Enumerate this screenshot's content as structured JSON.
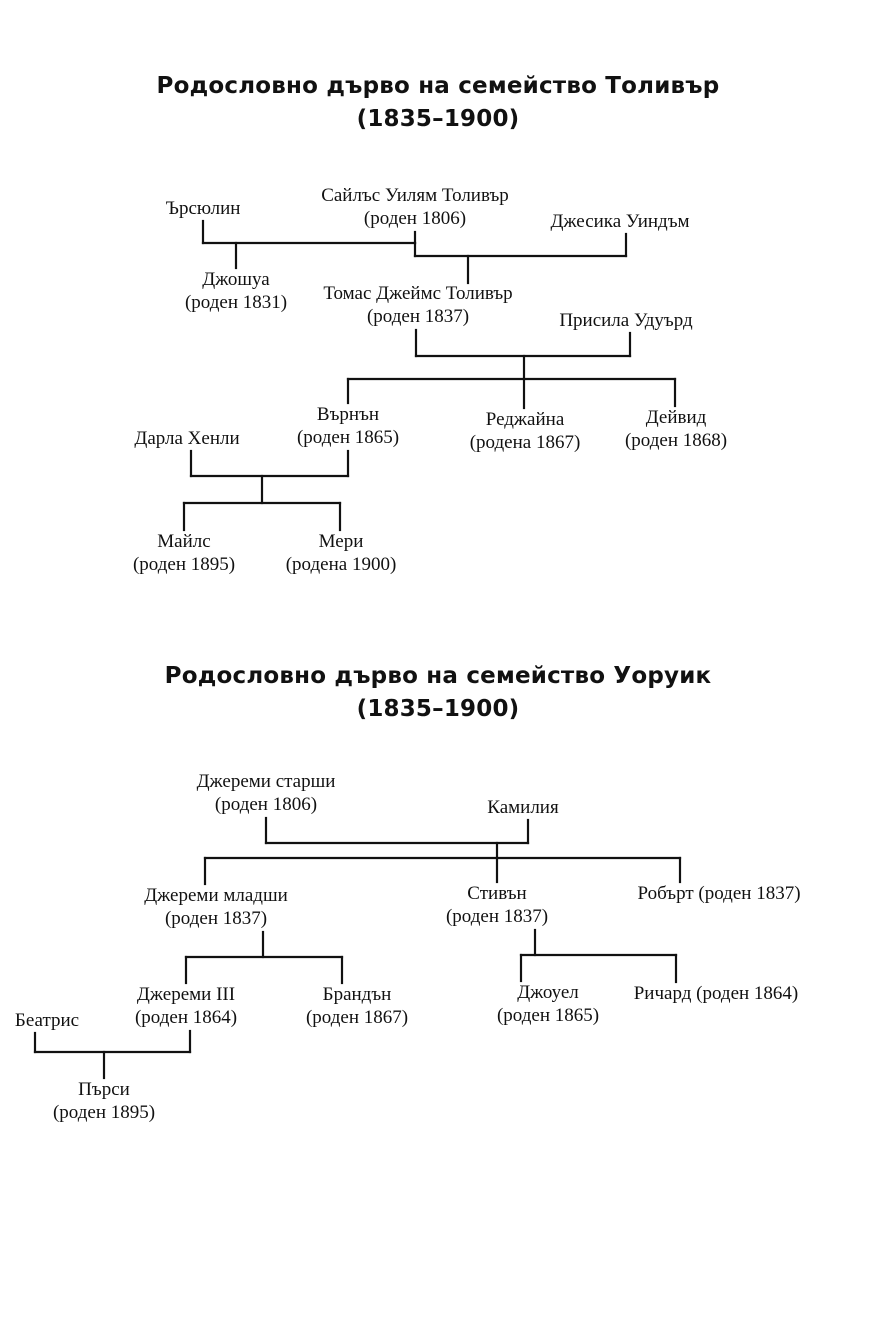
{
  "trees": [
    {
      "title": "Родословно дърво на семейство Толивър",
      "years": "(1835–1900)",
      "people": {
        "ursulin": {
          "name": "Ърсюлин",
          "birth": ""
        },
        "silas": {
          "name": "Сайлъс Уилям Толивър",
          "birth": "(роден 1806)"
        },
        "jessica": {
          "name": "Джесика Уиндъм",
          "birth": ""
        },
        "joshua": {
          "name": "Джошуа",
          "birth": "(роден 1831)"
        },
        "thomas": {
          "name": "Томас Джеймс Толивър",
          "birth": "(роден 1837)"
        },
        "priscilla": {
          "name": "Присила Удуърд",
          "birth": ""
        },
        "vernon": {
          "name": "Върнън",
          "birth": "(роден 1865)"
        },
        "regina": {
          "name": "Реджайна",
          "birth": "(родена 1867)"
        },
        "david": {
          "name": "Дейвид",
          "birth": "(роден 1868)"
        },
        "darla": {
          "name": "Дарла Хенли",
          "birth": ""
        },
        "miles": {
          "name": "Майлс",
          "birth": "(роден 1895)"
        },
        "mary": {
          "name": "Мери",
          "birth": "(родена 1900)"
        }
      }
    },
    {
      "title": "Родословно дърво на семейство Уоруик",
      "years": "(1835–1900)",
      "people": {
        "jeremy_sr": {
          "name": "Джереми старши",
          "birth": "(роден 1806)"
        },
        "camilla": {
          "name": "Камилия",
          "birth": ""
        },
        "jeremy_jr": {
          "name": "Джереми младши",
          "birth": "(роден 1837)"
        },
        "stephen": {
          "name": "Стивън",
          "birth": "(роден 1837)"
        },
        "robert": {
          "name": "Робърт (роден 1837)",
          "birth": ""
        },
        "jeremy_iii": {
          "name": "Джереми III",
          "birth": "(роден 1864)"
        },
        "brandon": {
          "name": "Брандън",
          "birth": "(роден 1867)"
        },
        "joel": {
          "name": "Джоуел",
          "birth": "(роден 1865)"
        },
        "richard": {
          "name": "Ричард (роден 1864)",
          "birth": ""
        },
        "beatrice": {
          "name": "Беатрис",
          "birth": ""
        },
        "percy": {
          "name": "Пърси",
          "birth": "(роден 1895)"
        }
      }
    }
  ]
}
